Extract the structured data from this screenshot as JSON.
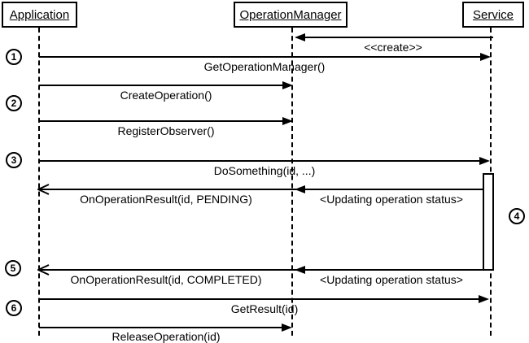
{
  "actors": [
    {
      "label": "Application"
    },
    {
      "label": "OperationManager"
    },
    {
      "label": "Service"
    }
  ],
  "messages": {
    "create": "<<create>>",
    "get_operation_manager": "GetOperationManager()",
    "create_operation": "CreateOperation()",
    "register_observer": "RegisterObserver()",
    "do_something": "DoSomething(id, ...)",
    "on_operation_result_pending": "OnOperationResult(id, PENDING)",
    "updating_status_pending": "<Updating operation status>",
    "on_operation_result_completed": "OnOperationResult(id, COMPLETED)",
    "updating_status_completed": "<Updating operation status>",
    "get_result": "GetResult(id)",
    "release_operation": "ReleaseOperation(id)"
  },
  "steps": [
    {
      "number": "1"
    },
    {
      "number": "2"
    },
    {
      "number": "3"
    },
    {
      "number": "4"
    },
    {
      "number": "5"
    },
    {
      "number": "6"
    }
  ],
  "colors": {
    "line": "#000000",
    "text": "#000000",
    "background": "#ffffff"
  }
}
